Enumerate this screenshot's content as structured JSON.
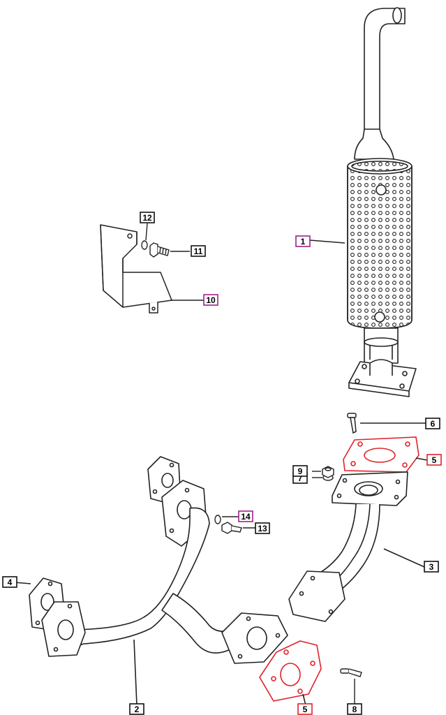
{
  "colors": {
    "line": "#222222",
    "callout_border_default": "#111111",
    "callout_border_highlight": "#a0208f",
    "gasket_highlight": "#e0222a"
  },
  "callouts": [
    {
      "id": "c1",
      "label": "1",
      "highlight": "purple"
    },
    {
      "id": "c2",
      "label": "2",
      "highlight": "none"
    },
    {
      "id": "c3",
      "label": "3",
      "highlight": "none"
    },
    {
      "id": "c4",
      "label": "4",
      "highlight": "none"
    },
    {
      "id": "c5a",
      "label": "5",
      "highlight": "red"
    },
    {
      "id": "c5b",
      "label": "5",
      "highlight": "red"
    },
    {
      "id": "c6",
      "label": "6",
      "highlight": "none"
    },
    {
      "id": "c7",
      "label": "7",
      "highlight": "none"
    },
    {
      "id": "c8",
      "label": "8",
      "highlight": "none"
    },
    {
      "id": "c9",
      "label": "9",
      "highlight": "none"
    },
    {
      "id": "c10",
      "label": "10",
      "highlight": "purple"
    },
    {
      "id": "c11",
      "label": "11",
      "highlight": "none"
    },
    {
      "id": "c12",
      "label": "12",
      "highlight": "none"
    },
    {
      "id": "c13",
      "label": "13",
      "highlight": "none"
    },
    {
      "id": "c14",
      "label": "14",
      "highlight": "purple"
    }
  ]
}
